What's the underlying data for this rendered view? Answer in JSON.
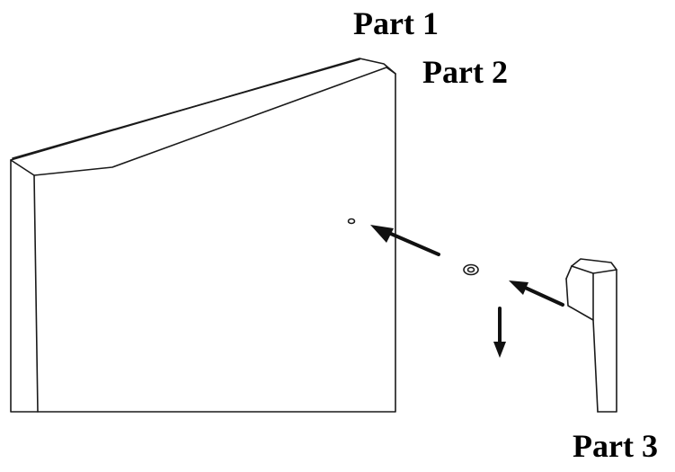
{
  "labels": {
    "part1": "Part 1",
    "part2": "Part 2",
    "part3": "Part 3"
  },
  "colors": {
    "line": "#1a1a1a",
    "arrow": "#111111",
    "background": "#ffffff"
  }
}
